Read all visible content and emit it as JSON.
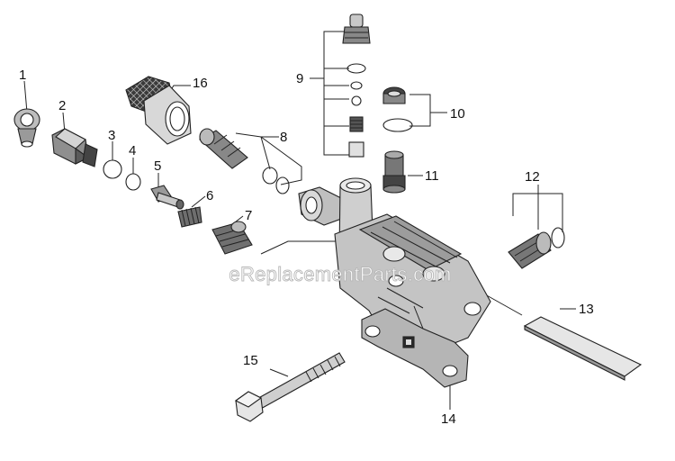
{
  "diagram": {
    "watermark": "eReplacementParts.com",
    "labels": {
      "p1": "1",
      "p2": "2",
      "p3": "3",
      "p4": "4",
      "p5": "5",
      "p6": "6",
      "p7": "7",
      "p8": "8",
      "p9": "9",
      "p10": "10",
      "p11": "11",
      "p12": "12",
      "p13": "13",
      "p14": "14",
      "p15": "15",
      "p16": "16"
    }
  }
}
